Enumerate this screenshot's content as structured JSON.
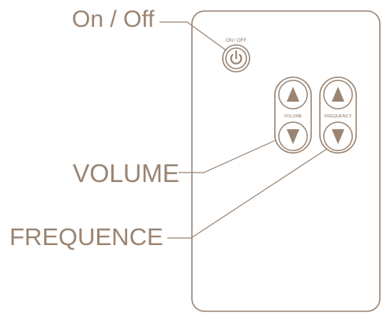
{
  "callouts": {
    "on_off": "On / Off",
    "volume": "VOLUME",
    "frequence": "FREQUENCE"
  },
  "remote": {
    "power_label": "ON / OFF",
    "volume_label": "VOLUME",
    "frequency_label": "FREQUENCY"
  },
  "colors": {
    "stroke": "#9a8472",
    "fill": "#9a8472",
    "label": "#9a8472"
  }
}
